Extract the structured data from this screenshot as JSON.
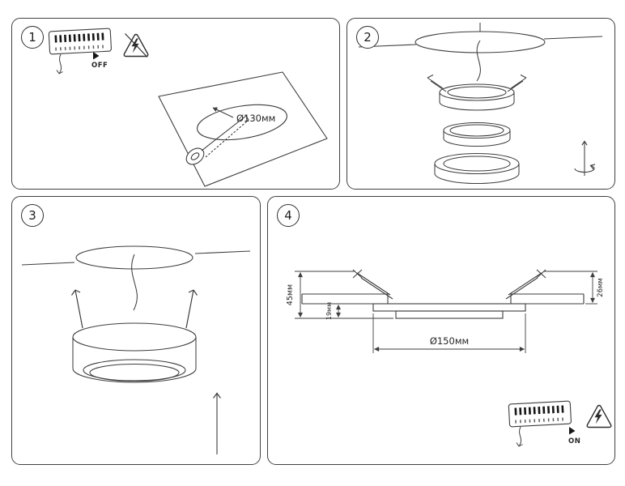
{
  "document": {
    "type": "installation-instructions",
    "background": "#ffffff",
    "line_color": "#3d3d3d",
    "accent_color": "#161616"
  },
  "panels": [
    {
      "number": "1",
      "labels": {
        "power": "OFF",
        "hole_diameter": "Ø130мм"
      },
      "icons": [
        "terminal-block",
        "electric-shock-warning",
        "ceiling-tile",
        "keyhole-saw",
        "diameter-pointer-arrow"
      ]
    },
    {
      "number": "2",
      "labels": {},
      "icons": [
        "ceiling-hole",
        "supply-wire",
        "fixture-housing-with-springs",
        "retaining-ring",
        "trim-ring",
        "twist-arrow"
      ]
    },
    {
      "number": "3",
      "labels": {},
      "icons": [
        "ceiling-hole",
        "supply-wire",
        "spring-clips-extended",
        "fixture-body",
        "push-up-arrow"
      ]
    },
    {
      "number": "4",
      "labels": {
        "total_height": "45мм",
        "below_ceiling": "19мм",
        "above_ceiling": "26мм",
        "trim_diameter": "Ø150мм",
        "power": "ON"
      },
      "icons": [
        "cross-section",
        "dimension-lines",
        "terminal-block",
        "electric-shock-warning"
      ]
    }
  ]
}
